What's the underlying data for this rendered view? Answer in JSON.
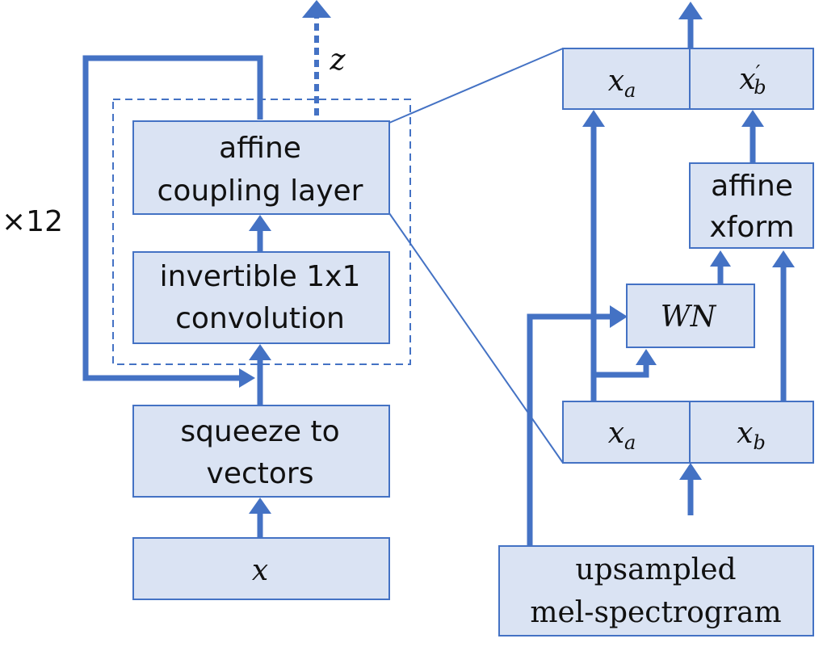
{
  "left_flow": {
    "repeat_label": "×12",
    "output_label": "z",
    "coupling_line1": "affine",
    "coupling_line2": "coupling  layer",
    "conv_line1": "invertible  1x1",
    "conv_line2": "convolution",
    "squeeze_line1": "squeeze  to",
    "squeeze_line2": "vectors",
    "input_label": "x"
  },
  "right_detail": {
    "top_left": {
      "var": "x",
      "sub": "a"
    },
    "top_right": {
      "var": "x",
      "prime": "′",
      "sub": "b"
    },
    "affine_line1": "affine",
    "affine_line2": "xform",
    "wn_label": "WN",
    "bottom_left": {
      "var": "x",
      "sub": "a"
    },
    "bottom_right": {
      "var": "x",
      "sub": "b"
    },
    "mel_line1": "upsampled",
    "mel_line2": "mel-spectrogram"
  }
}
